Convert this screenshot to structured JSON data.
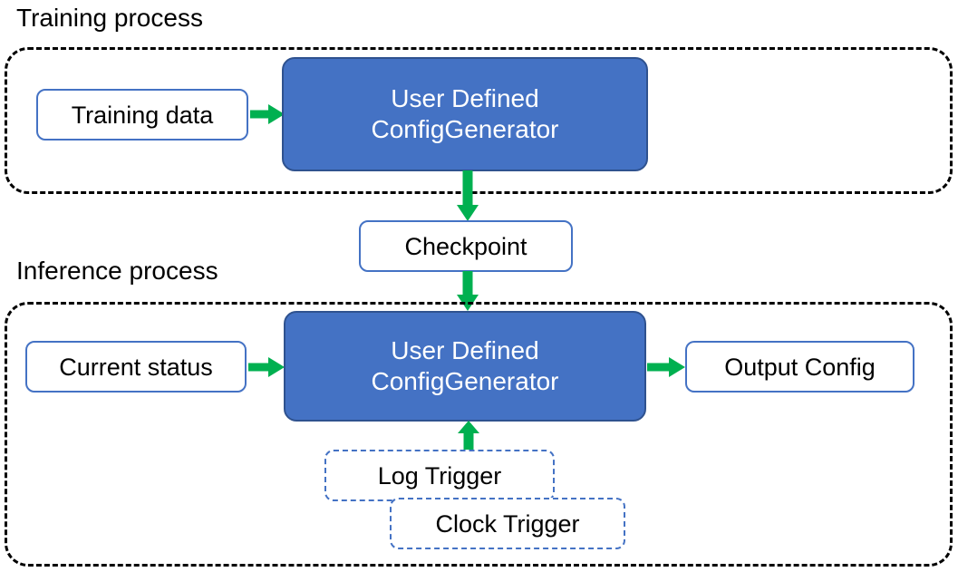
{
  "diagram": {
    "title_training": "Training process",
    "title_inference": "Inference process",
    "colors": {
      "primary_fill": "#4472C4",
      "primary_border": "#2F528F",
      "node_border": "#4472C4",
      "arrow": "#00B050",
      "group_border": "#000000",
      "text_dark": "#000000",
      "text_light": "#FFFFFF"
    },
    "training": {
      "nodes": {
        "training_data": "Training data",
        "generator_line1": "User Defined",
        "generator_line2": "ConfigGenerator"
      }
    },
    "checkpoint": {
      "label": "Checkpoint"
    },
    "inference": {
      "nodes": {
        "current_status": "Current status",
        "generator_line1": "User Defined",
        "generator_line2": "ConfigGenerator",
        "output_config": "Output Config",
        "log_trigger": "Log Trigger",
        "clock_trigger": "Clock Trigger"
      }
    },
    "edges": [
      {
        "name": "training-data-to-generator",
        "from": "Training data",
        "to": "User Defined ConfigGenerator",
        "direction": "right"
      },
      {
        "name": "generator-to-checkpoint",
        "from": "User Defined ConfigGenerator",
        "to": "Checkpoint",
        "direction": "down"
      },
      {
        "name": "checkpoint-to-inference-generator",
        "from": "Checkpoint",
        "to": "User Defined ConfigGenerator",
        "direction": "down"
      },
      {
        "name": "current-status-to-generator",
        "from": "Current status",
        "to": "User Defined ConfigGenerator",
        "direction": "right"
      },
      {
        "name": "generator-to-output-config",
        "from": "User Defined ConfigGenerator",
        "to": "Output Config",
        "direction": "right"
      },
      {
        "name": "trigger-to-generator",
        "from": "Log Trigger",
        "to": "User Defined ConfigGenerator",
        "direction": "up"
      }
    ]
  }
}
